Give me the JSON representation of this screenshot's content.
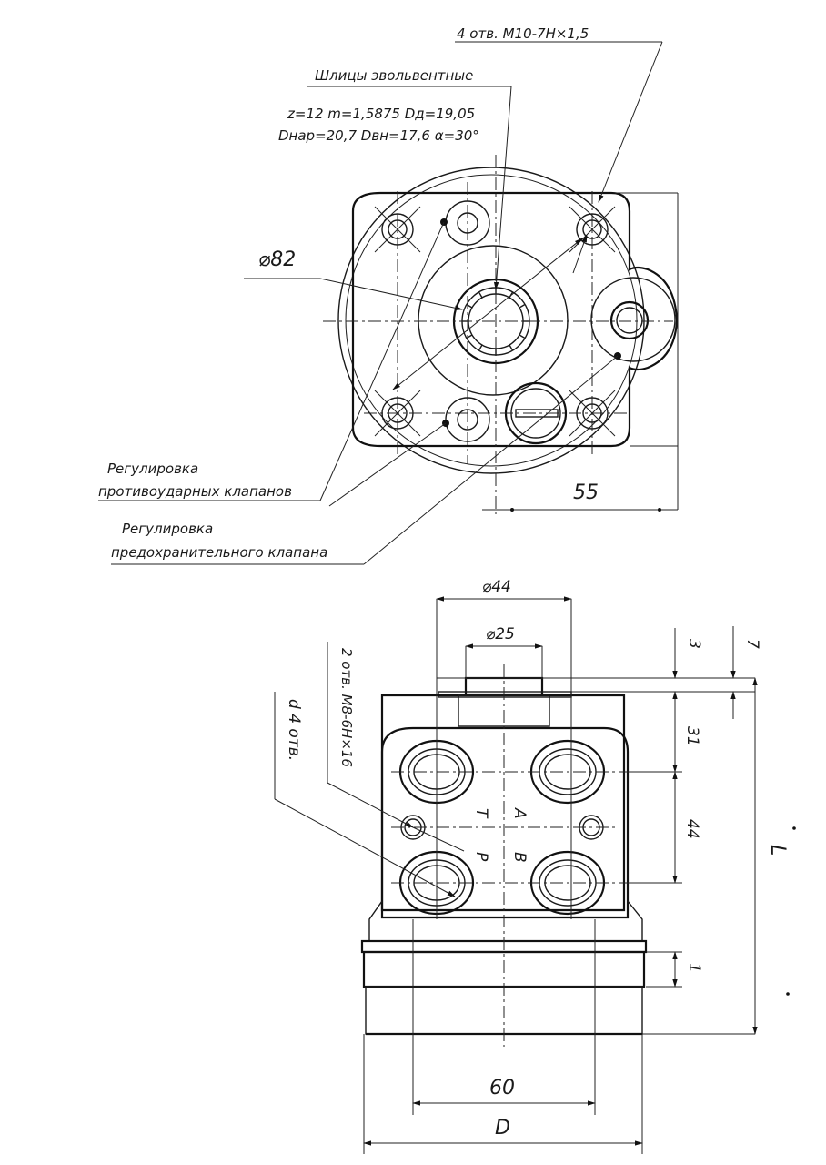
{
  "top_view": {
    "thread_callout": "4 отв. M10-7H×1,5",
    "spline_title": "Шлицы эвольвентные",
    "spline_params_line1": "z=12  m=1,5875  Dд=19,05",
    "spline_params_line2": "Dнар=20,7  Dвн=17,6  α=30°",
    "flange_diameter": "⌀82",
    "dim_55": "55",
    "label_antishock_line1": "Регулировка",
    "label_antishock_line2": "противоударных клапанов",
    "label_relief_line1": "Регулировка",
    "label_relief_line2": "предохранительного клапана"
  },
  "front_view": {
    "dim_d44": "⌀44",
    "dim_d25": "⌀25",
    "dim_3": "3",
    "dim_7": "7",
    "dim_31": "31",
    "dim_44": "44",
    "dim_1_small": "1",
    "dim_L": "L",
    "dim_60": "60",
    "dim_D": "D",
    "ports_callout": "d 4 отв.",
    "tapped_callout": "2 отв. M8-6H×16",
    "port_T": "T",
    "port_A": "A",
    "port_P": "P",
    "port_B": "B"
  }
}
